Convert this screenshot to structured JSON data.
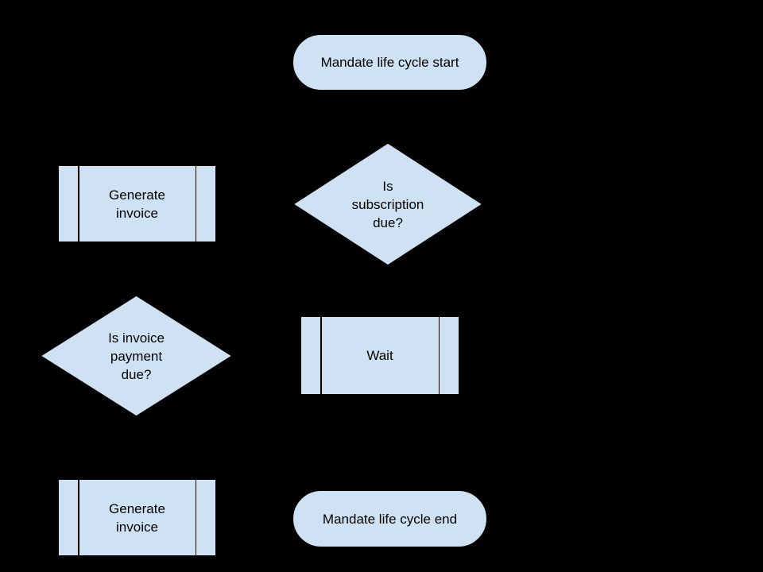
{
  "canvas": {
    "background": "#000000"
  },
  "theme": {
    "shape_fill": "#cfe2f3",
    "shape_border": "#000000",
    "text_color": "#000000"
  },
  "diagram": {
    "nodes": [
      {
        "id": "start",
        "type": "terminator",
        "label": "Mandate life cycle start"
      },
      {
        "id": "generate-invoice-1",
        "type": "predefined-process",
        "label": "Generate\ninvoice"
      },
      {
        "id": "is-subscription-due",
        "type": "decision",
        "label": "Is\nsubscription\ndue?"
      },
      {
        "id": "is-invoice-payment-due",
        "type": "decision",
        "label": "Is invoice\npayment\ndue?"
      },
      {
        "id": "wait",
        "type": "predefined-process",
        "label": "Wait"
      },
      {
        "id": "generate-invoice-2",
        "type": "predefined-process",
        "label": "Generate\ninvoice"
      },
      {
        "id": "end",
        "type": "terminator",
        "label": "Mandate life cycle end"
      }
    ]
  }
}
